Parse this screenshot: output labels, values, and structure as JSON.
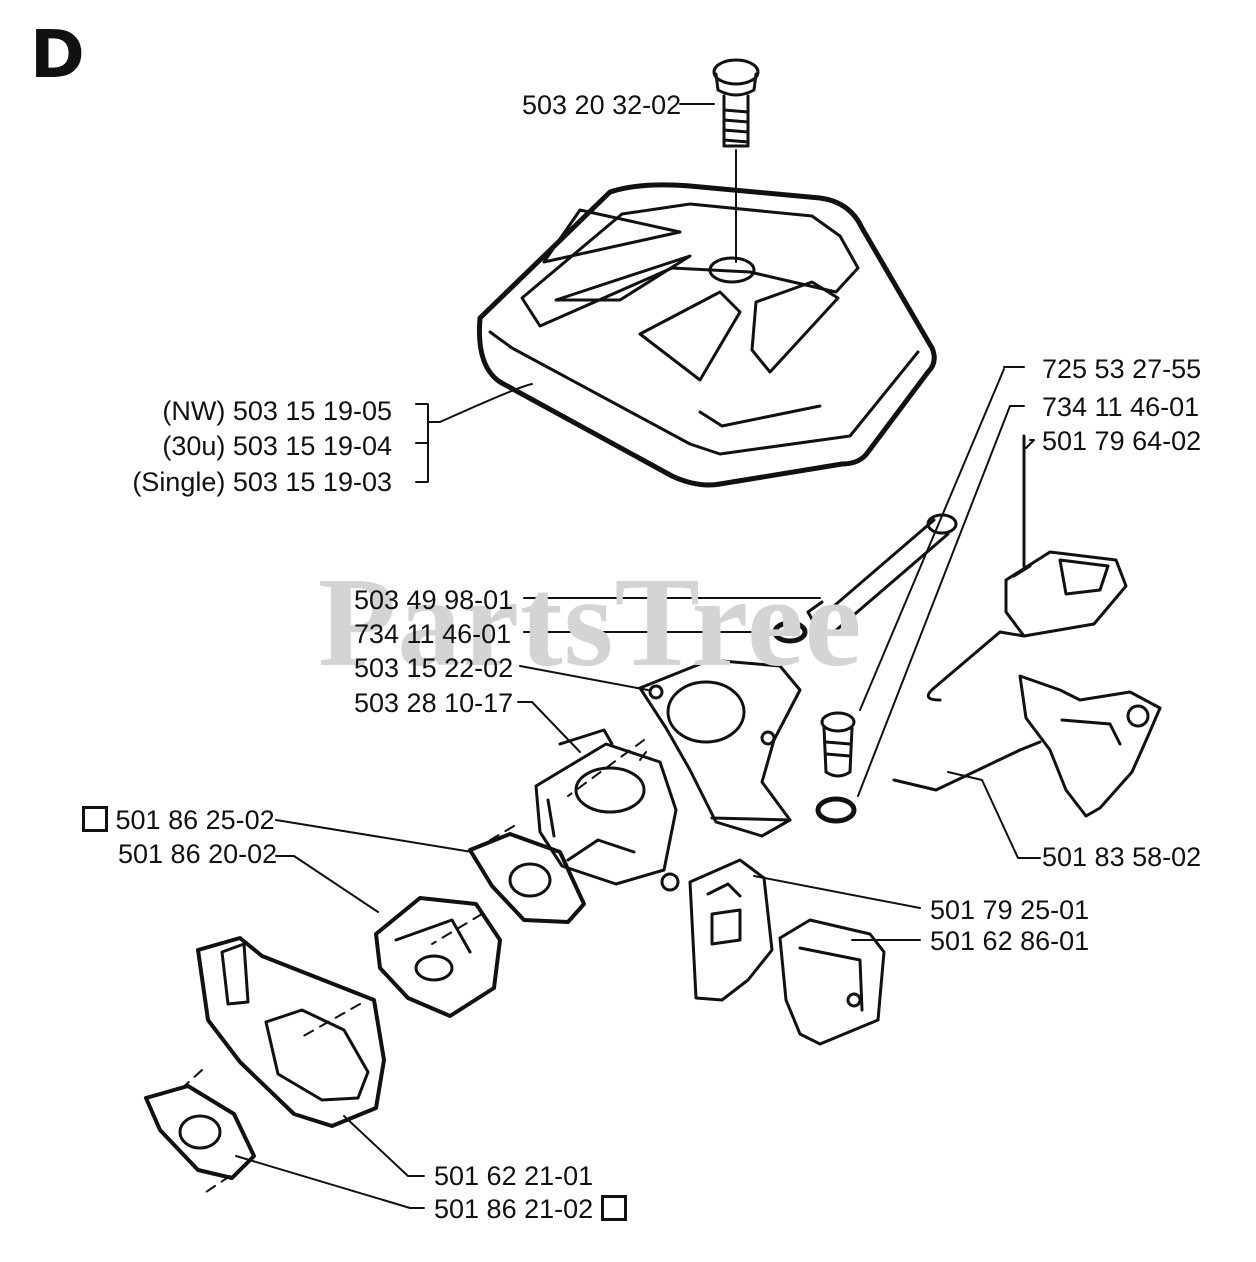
{
  "section": "D",
  "watermark": "PartsTree",
  "callouts": {
    "bolt_top": "503 20 32-02",
    "cover_nw": "(NW) 503 15 19-05",
    "cover_30u": "(30u) 503 15 19-04",
    "cover_single": "(Single) 503 15 19-03",
    "screw_r1": "725 53 27-55",
    "washer_r1": "734 11 46-01",
    "lever": "501 79 64-02",
    "bolt_long": "503 49 98-01",
    "washer_l": "734 11 46-01",
    "holder": "503 15 22-02",
    "carburetor": "503 28 10-17",
    "gasket_1": "501 86 25-02",
    "spacer": "501 86 20-02",
    "rod": "501 83 58-02",
    "plate": "501 79 25-01",
    "filter": "501 62 86-01",
    "intake": "501 62 21-01",
    "gasket_2": "501 86 21-02"
  },
  "colors": {
    "ink": "#111111",
    "watermark": "#d4d4d4",
    "background": "#ffffff"
  }
}
